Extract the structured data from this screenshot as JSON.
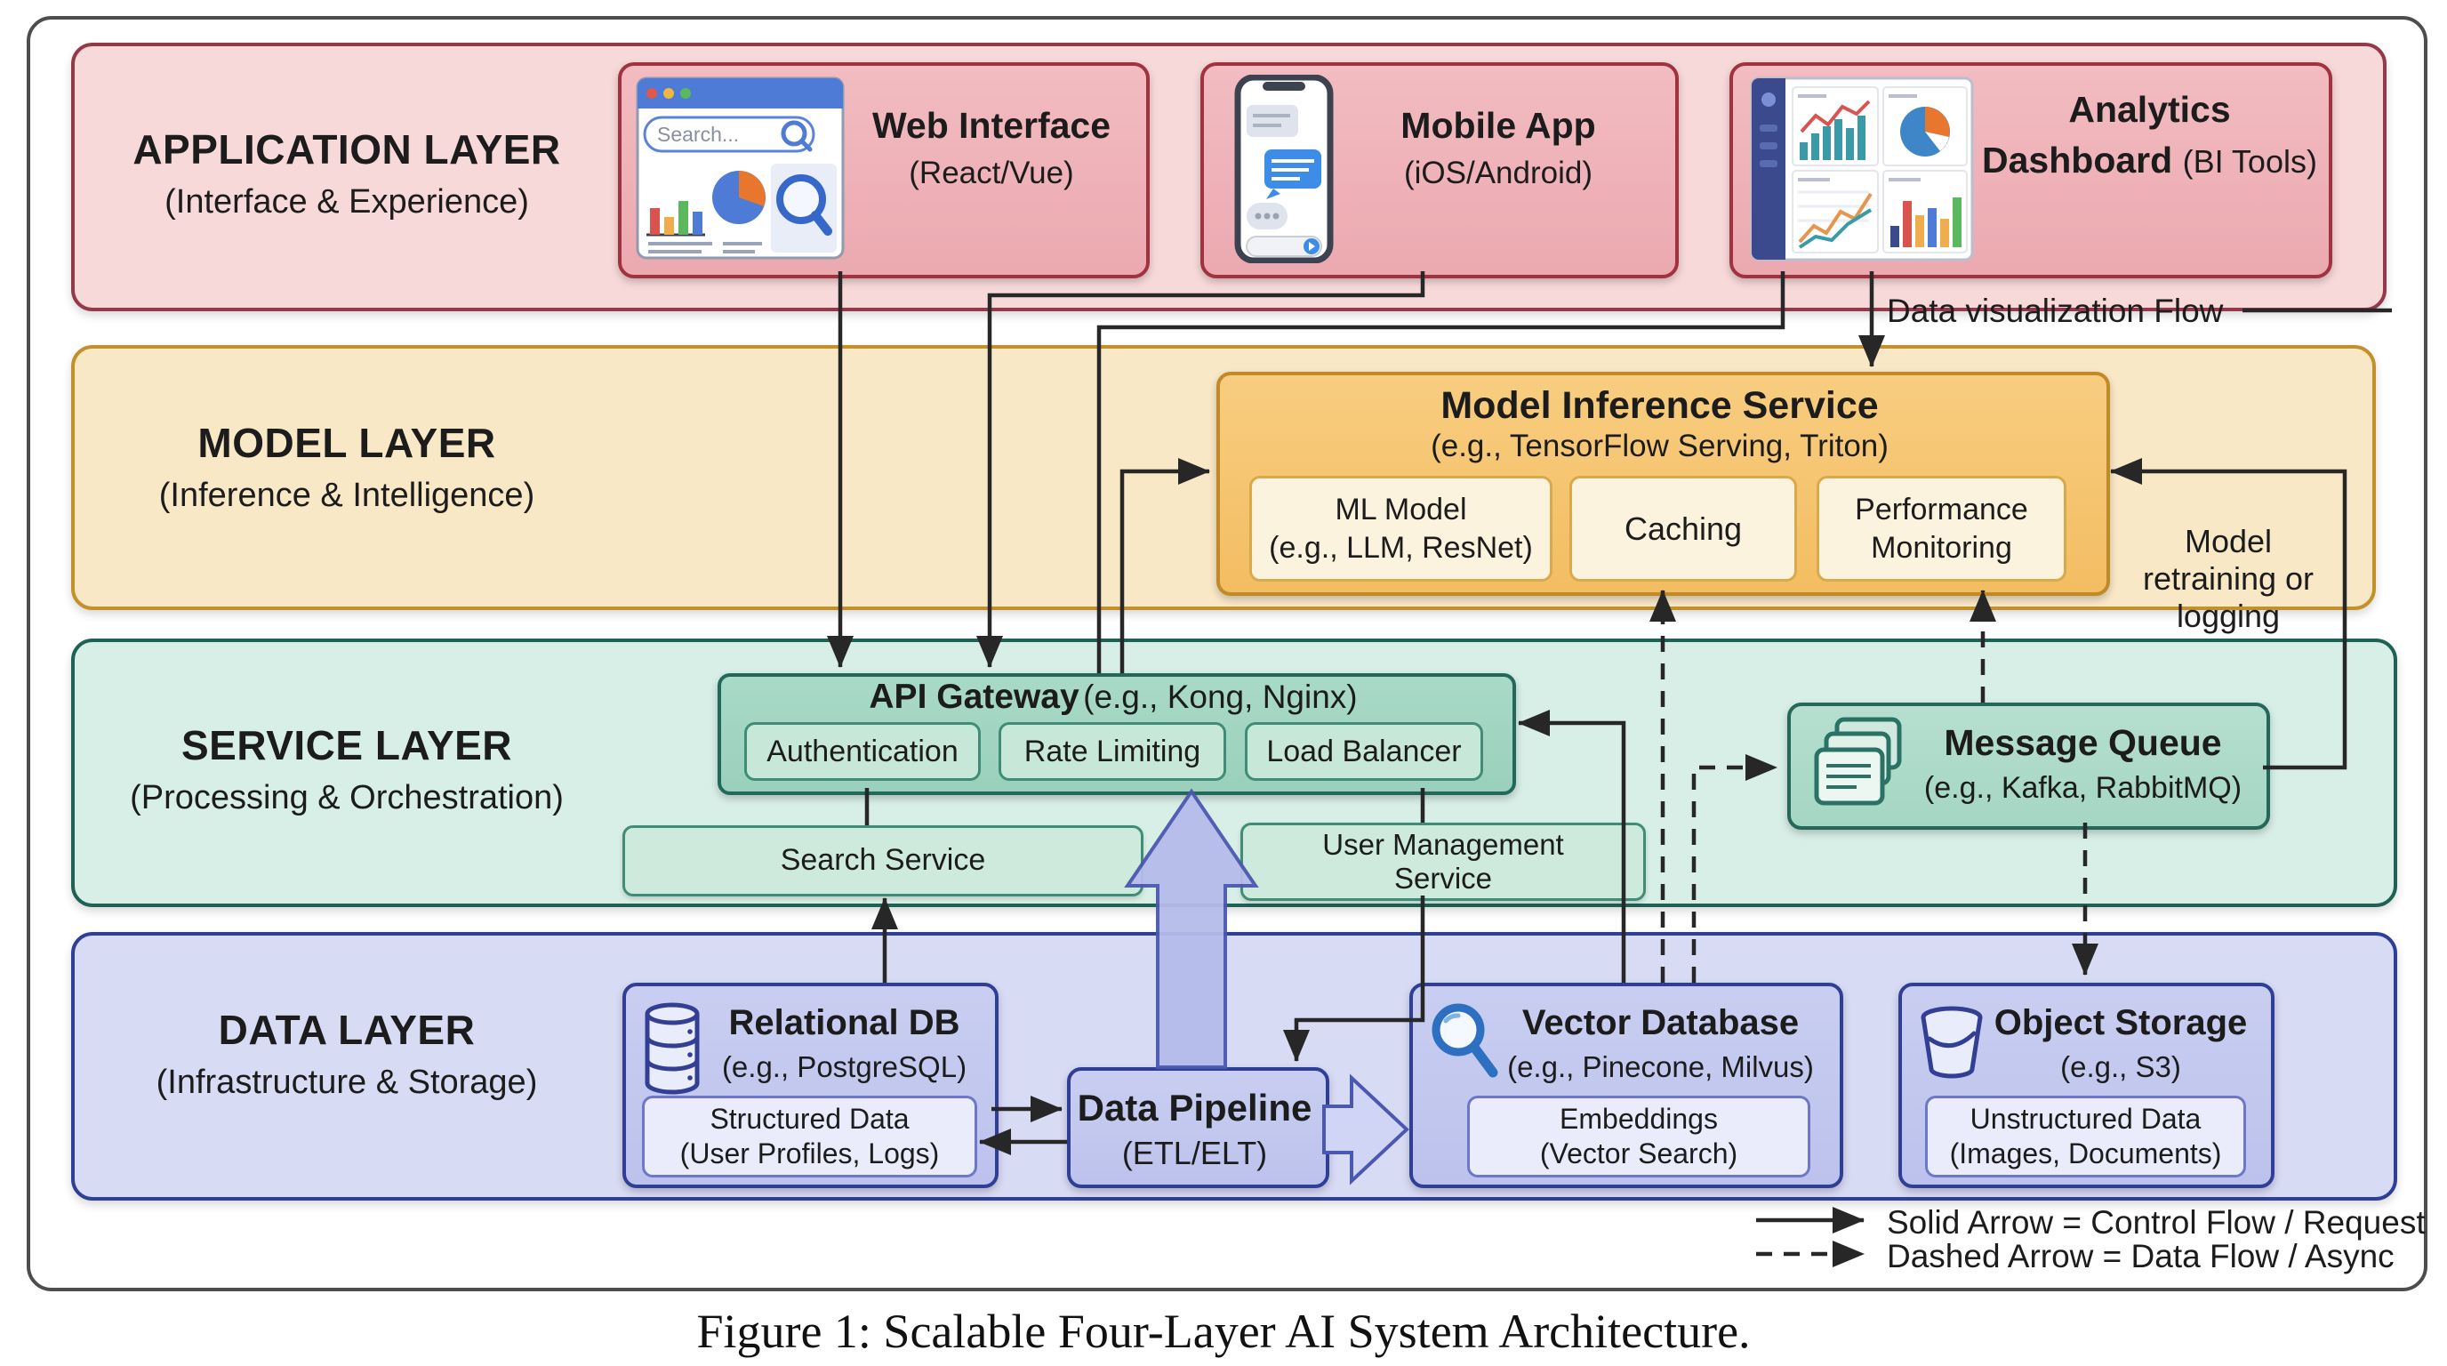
{
  "figure": {
    "caption": "Figure 1: Scalable Four-Layer AI System Architecture."
  },
  "palette": {
    "application_fill": "#f2bcc1",
    "application_border": "#a23240",
    "model_fill": "#f3bd62",
    "model_border": "#c08a28",
    "service_fill": "#a9dac7",
    "service_border": "#23685a",
    "data_fill": "#c3c9ee",
    "data_border": "#2f3f97",
    "arrow": "#272727",
    "block_arrow": "#b5bcea"
  },
  "layers": {
    "application": {
      "title": "APPLICATION LAYER",
      "subtitle": "(Interface & Experience)"
    },
    "model": {
      "title": "MODEL LAYER",
      "subtitle": "(Inference & Intelligence)"
    },
    "service": {
      "title": "SERVICE LAYER",
      "subtitle": "(Processing & Orchestration)"
    },
    "data": {
      "title": "DATA LAYER",
      "subtitle": "(Infrastructure & Storage)"
    }
  },
  "application": {
    "web": {
      "title": "Web Interface",
      "subtitle": "(React/Vue)",
      "search_placeholder": "Search..."
    },
    "mobile": {
      "title": "Mobile App",
      "subtitle": "(iOS/Android)"
    },
    "analytics": {
      "line1": "Analytics",
      "line2_bold": "Dashboard",
      "line2_rest": "(BI Tools)"
    }
  },
  "model": {
    "inference": {
      "title": "Model Inference Service",
      "subtitle": "(e.g., TensorFlow Serving, Triton)",
      "ml_model": {
        "line1": "ML Model",
        "line2": "(e.g., LLM, ResNet)"
      },
      "caching": "Caching",
      "monitoring": {
        "line1": "Performance",
        "line2": "Monitoring"
      }
    }
  },
  "service": {
    "gateway": {
      "title": "API Gateway",
      "title_rest": "(e.g., Kong, Nginx)",
      "components": [
        "Authentication",
        "Rate Limiting",
        "Load Balancer"
      ]
    },
    "search": "Search Service",
    "user_mgmt": {
      "line1": "User Management",
      "line2": "Service"
    },
    "queue": {
      "title": "Message Queue",
      "subtitle": "(e.g., Kafka, RabbitMQ)"
    }
  },
  "data": {
    "relational": {
      "title": "Relational DB",
      "subtitle": "(e.g., PostgreSQL)",
      "sub1": "Structured Data",
      "sub2": "(User Profiles, Logs)"
    },
    "pipeline": {
      "line1": "Data Pipeline",
      "line2": "(ETL/ELT)"
    },
    "vector": {
      "title": "Vector Database",
      "subtitle": "(e.g., Pinecone, Milvus)",
      "sub1": "Embeddings",
      "sub2": "(Vector Search)"
    },
    "storage": {
      "title": "Object Storage",
      "subtitle": "(e.g., S3)",
      "sub1": "Unstructured Data",
      "sub2": "(Images, Documents)"
    }
  },
  "annotations": {
    "data_viz": "Data visualization Flow",
    "retraining": [
      "Model",
      "retraining or",
      "logging"
    ]
  },
  "legend": {
    "solid": "Solid Arrow = Control Flow / Request",
    "dashed": "Dashed Arrow = Data Flow / Async"
  }
}
